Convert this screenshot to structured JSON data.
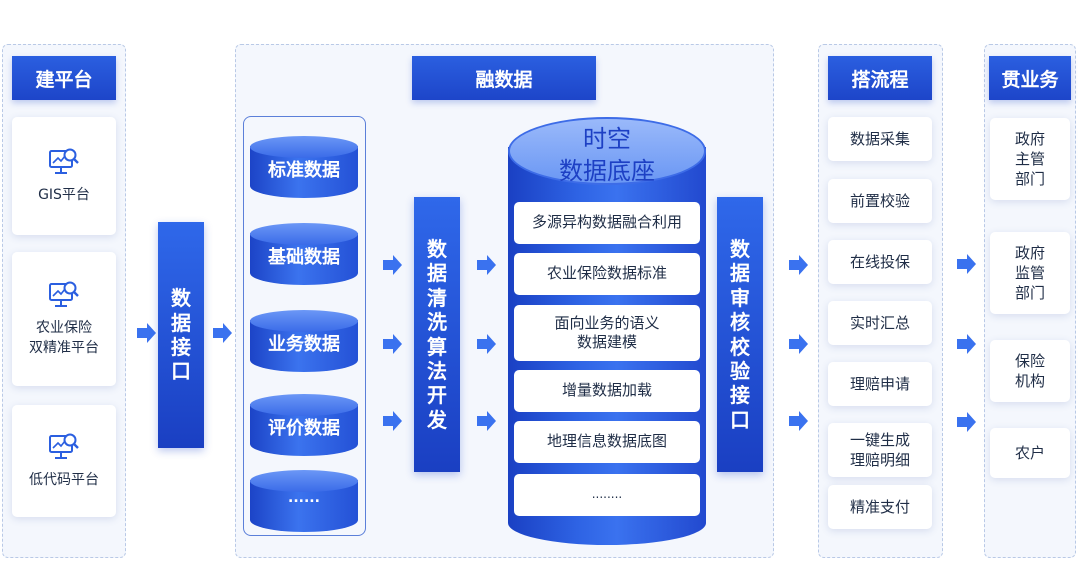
{
  "headers": {
    "build_platform": "建平台",
    "fuse_data": "融数据",
    "build_process": "搭流程",
    "business": "贯业务"
  },
  "platforms": [
    {
      "label": "GIS平台",
      "icon": "monitor-search-icon"
    },
    {
      "label": "农业保险\n双精准平台",
      "icon": "monitor-search-icon"
    },
    {
      "label": "低代码平台",
      "icon": "monitor-search-icon"
    }
  ],
  "bars": {
    "data_interface": "数据接口",
    "cleaning": "数据清洗算法开发",
    "audit": "数据审核校验接口"
  },
  "databases": [
    "标准数据",
    "基础数据",
    "业务数据",
    "评价数据",
    "......"
  ],
  "core": {
    "title_line1": "时空",
    "title_line2": "数据底座",
    "items": [
      "多源异构数据融合利用",
      "农业保险数据标准",
      "面向业务的语义\n数据建模",
      "增量数据加载",
      "地理信息数据底图",
      "........"
    ]
  },
  "process_steps": [
    "数据采集",
    "前置校验",
    "在线投保",
    "实时汇总",
    "理赔申请",
    "一键生成\n理赔明细",
    "精准支付"
  ],
  "business_targets": [
    "政府\n主管\n部门",
    "政府\n监管\n部门",
    "保险\n机构",
    "农户"
  ],
  "colors": {
    "primary": "#1d45c9",
    "accent": "#3a72ef",
    "panel_bg": "#f4f7fd"
  }
}
